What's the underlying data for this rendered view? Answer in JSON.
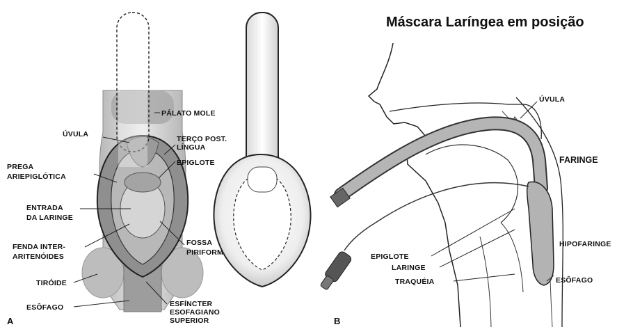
{
  "title": "Máscara Laríngea em posição",
  "panel_a": {
    "letter": "A",
    "labels": {
      "palato_mole": "PÁLATO MOLE",
      "uvula": "ÚVULA",
      "terco_post_1": "TERÇO POST.",
      "terco_post_2": "LÍNGUA",
      "epiglote": "EPIGLOTE",
      "prega_1": "PREGA",
      "prega_2": "ARIEPIGLÓTICA",
      "entrada_1": "ENTRADA",
      "entrada_2": "DA LARINGE",
      "fossa_1": "FOSSA",
      "fossa_2": "PIRIFORME",
      "fenda_1": "FENDA INTER-",
      "fenda_2": "ARITENÓIDES",
      "tiroide": "TIRÓIDE",
      "esofago": "ESÔFAGO",
      "esfincter_1": "ESFÍNCTER",
      "esfincter_2": "ESOFAGIANO",
      "esfincter_3": "SUPERIOR"
    }
  },
  "panel_b": {
    "letter": "B",
    "labels": {
      "uvula": "ÚVULA",
      "faringe": "FARINGE",
      "hipofaringe": "HIPOFARINGE",
      "epiglote": "EPIGLOTE",
      "laringe": "LARINGE",
      "traqueia": "TRAQUÉIA",
      "esofago": "ESÔFAGO"
    }
  }
}
